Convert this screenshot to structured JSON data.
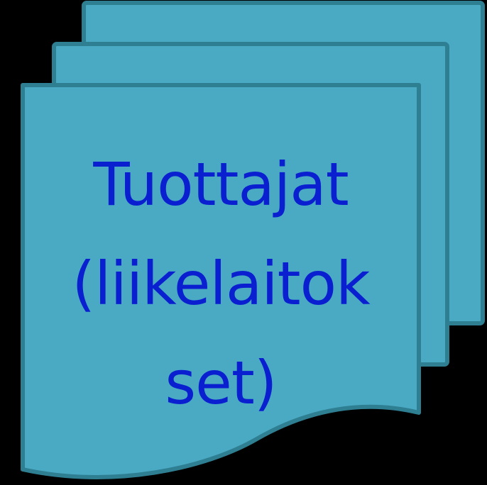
{
  "document": {
    "lines": [
      "Tuottajat",
      "(liikelaitok",
      "set)"
    ]
  },
  "colors": {
    "background": "#000000",
    "page_fill": "#4aaac4",
    "page_stroke": "#2f7f93",
    "text": "#0a1fd0"
  }
}
